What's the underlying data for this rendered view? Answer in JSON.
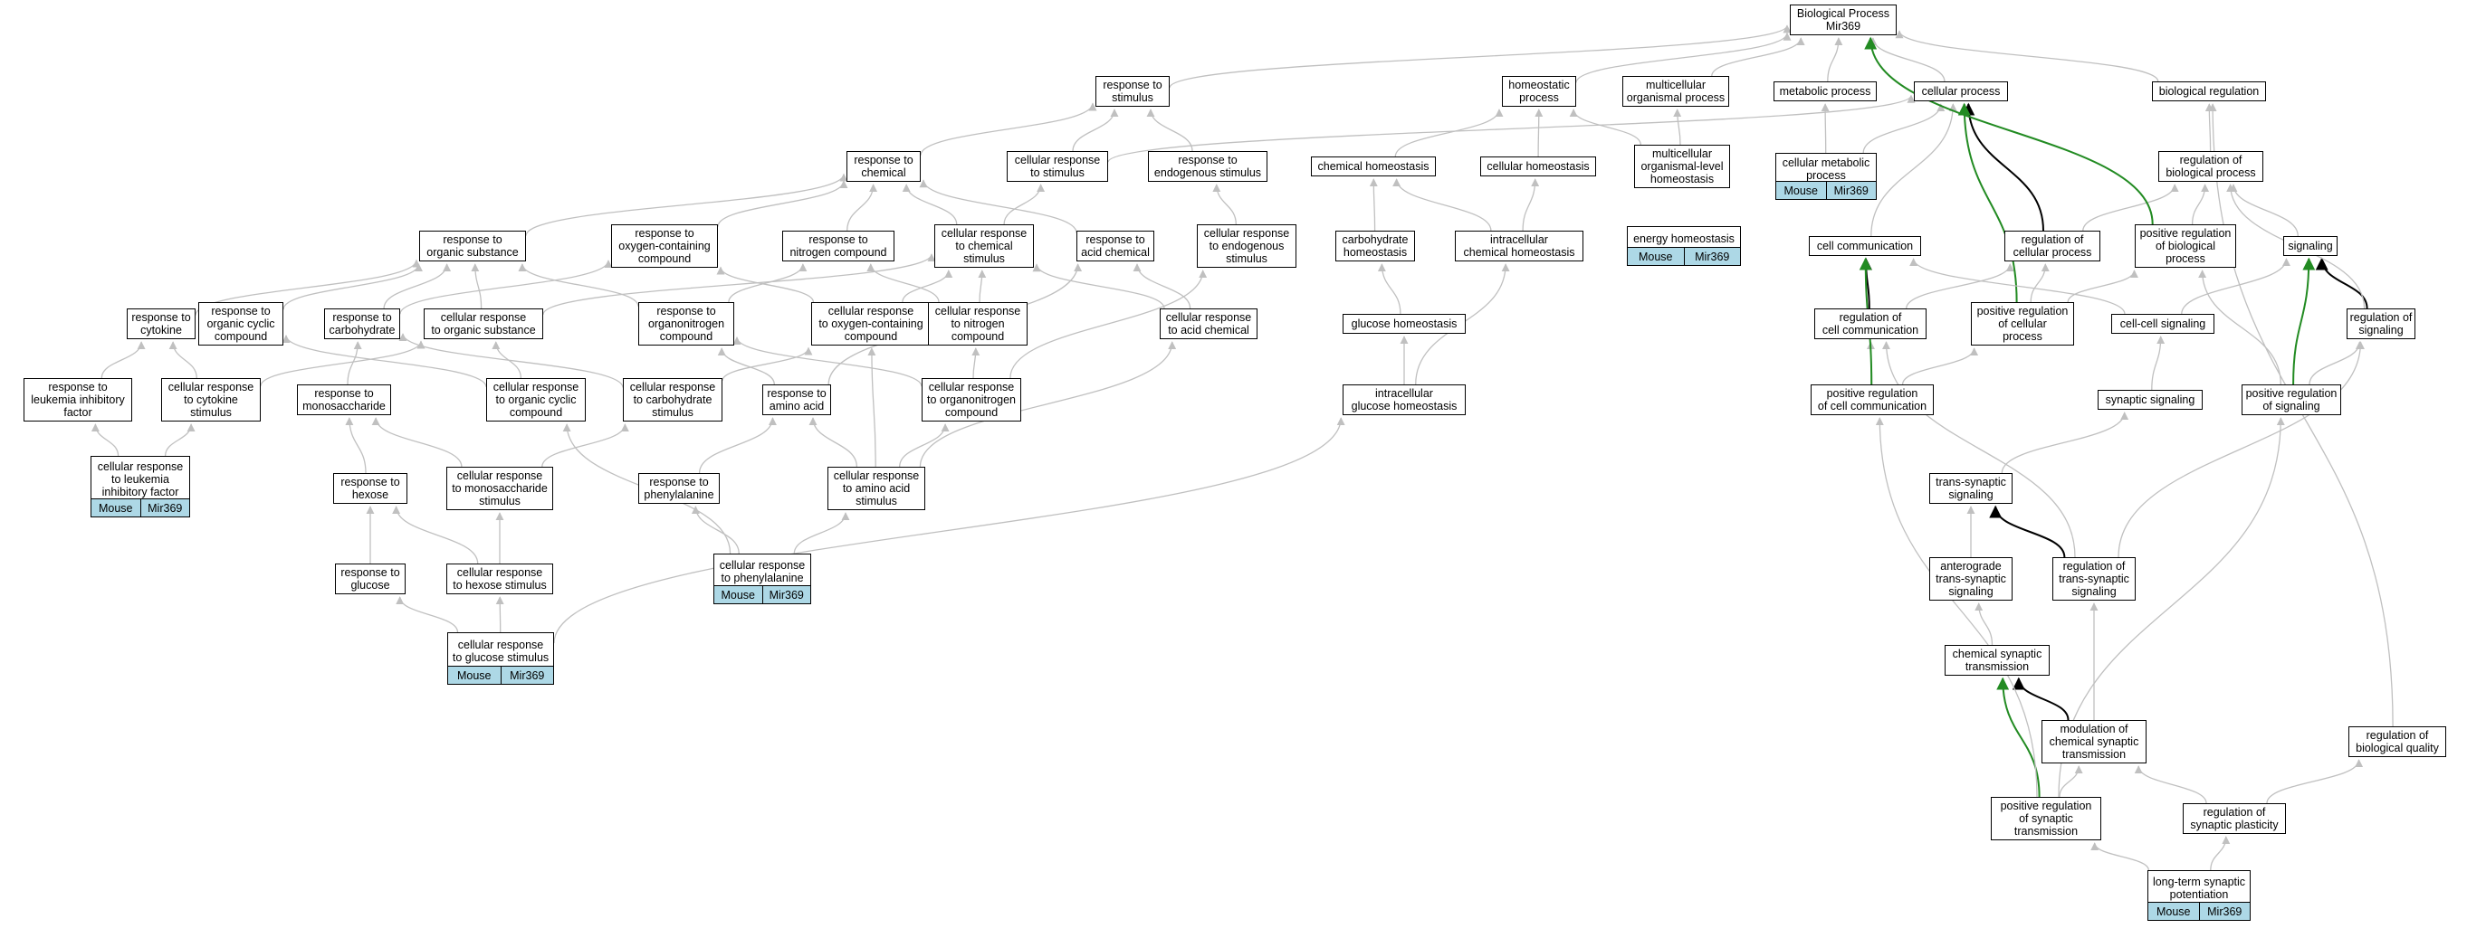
{
  "graph": {
    "root": "Biological Process\nMir369",
    "colors": {
      "edge_default": "#c0c0c0",
      "edge_black": "#000000",
      "edge_green": "#228b22",
      "tag_bg": "#add8e6"
    },
    "nodes": [
      {
        "id": "root",
        "label": "Biological Process\nMir369"
      },
      {
        "id": "resp_stim",
        "label": "response to\nstimulus"
      },
      {
        "id": "homeo",
        "label": "homeostatic\nprocess"
      },
      {
        "id": "multi_org",
        "label": "multicellular\norganismal process"
      },
      {
        "id": "metab",
        "label": "metabolic process"
      },
      {
        "id": "cell_proc",
        "label": "cellular process"
      },
      {
        "id": "bio_reg",
        "label": "biological regulation"
      },
      {
        "id": "resp_chem",
        "label": "response to\nchemical"
      },
      {
        "id": "cell_resp_stim",
        "label": "cellular response\nto stimulus"
      },
      {
        "id": "resp_endo",
        "label": "response to\nendogenous stimulus"
      },
      {
        "id": "chem_homeo",
        "label": "chemical homeostasis"
      },
      {
        "id": "cell_homeo",
        "label": "cellular homeostasis"
      },
      {
        "id": "mo_homeo",
        "label": "multicellular\norganismal-level\nhomeostasis"
      },
      {
        "id": "cell_metab",
        "label": "cellular metabolic\nprocess",
        "tags": [
          "Mouse",
          "Mir369"
        ]
      },
      {
        "id": "reg_bio",
        "label": "regulation of\nbiological process"
      },
      {
        "id": "resp_org",
        "label": "response to\norganic substance"
      },
      {
        "id": "resp_oxy",
        "label": "response to\noxygen-containing\ncompound"
      },
      {
        "id": "resp_nitro",
        "label": "response to\nnitrogen compound"
      },
      {
        "id": "cr_chem",
        "label": "cellular response\nto chemical\nstimulus"
      },
      {
        "id": "resp_acid",
        "label": "response to\nacid chemical"
      },
      {
        "id": "cr_endo",
        "label": "cellular response\nto endogenous\nstimulus"
      },
      {
        "id": "carb_homeo",
        "label": "carbohydrate\nhomeostasis"
      },
      {
        "id": "ic_homeo",
        "label": "intracellular\nchemical homeostasis"
      },
      {
        "id": "energy_homeo",
        "label": "energy homeostasis",
        "tags": [
          "Mouse",
          "Mir369"
        ]
      },
      {
        "id": "cell_comm",
        "label": "cell communication"
      },
      {
        "id": "reg_cell",
        "label": "regulation of\ncellular process"
      },
      {
        "id": "pos_reg_bio",
        "label": "positive regulation\nof biological\nprocess"
      },
      {
        "id": "signaling",
        "label": "signaling"
      },
      {
        "id": "resp_cyto",
        "label": "response to\ncytokine"
      },
      {
        "id": "resp_ocyc",
        "label": "response to\norganic cyclic\ncompound"
      },
      {
        "id": "resp_carb",
        "label": "response to\ncarbohydrate"
      },
      {
        "id": "cr_org",
        "label": "cellular response\nto organic substance"
      },
      {
        "id": "resp_onitro",
        "label": "response to\norganonitrogen\ncompound"
      },
      {
        "id": "cr_oxy",
        "label": "cellular response\nto oxygen-containing\ncompound"
      },
      {
        "id": "cr_nitro",
        "label": "cellular response\nto nitrogen\ncompound"
      },
      {
        "id": "cr_acid",
        "label": "cellular response\nto acid chemical"
      },
      {
        "id": "glu_homeo",
        "label": "glucose homeostasis"
      },
      {
        "id": "reg_comm",
        "label": "regulation of\ncell communication"
      },
      {
        "id": "pos_reg_cell",
        "label": "positive regulation\nof cellular\nprocess"
      },
      {
        "id": "cc_sig",
        "label": "cell-cell signaling"
      },
      {
        "id": "reg_sig",
        "label": "regulation of\nsignaling"
      },
      {
        "id": "resp_lif",
        "label": "response to\nleukemia inhibitory\nfactor"
      },
      {
        "id": "cr_cyto",
        "label": "cellular response\nto cytokine\nstimulus"
      },
      {
        "id": "resp_mono",
        "label": "response to\nmonosaccharide"
      },
      {
        "id": "cr_ocyc",
        "label": "cellular response\nto organic cyclic\ncompound"
      },
      {
        "id": "cr_carb",
        "label": "cellular response\nto carbohydrate\nstimulus"
      },
      {
        "id": "resp_aa",
        "label": "response to\namino acid"
      },
      {
        "id": "cr_onitro",
        "label": "cellular response\nto organonitrogen\ncompound"
      },
      {
        "id": "ic_glu",
        "label": "intracellular\nglucose homeostasis"
      },
      {
        "id": "pos_reg_comm",
        "label": "positive regulation\nof cell communication"
      },
      {
        "id": "syn_sig",
        "label": "synaptic signaling"
      },
      {
        "id": "pos_reg_sig",
        "label": "positive regulation\nof signaling"
      },
      {
        "id": "cr_lif",
        "label": "cellular response\nto leukemia\ninhibitory factor",
        "tags": [
          "Mouse",
          "Mir369"
        ]
      },
      {
        "id": "resp_hex",
        "label": "response to\nhexose"
      },
      {
        "id": "cr_mono",
        "label": "cellular response\nto monosaccharide\nstimulus"
      },
      {
        "id": "resp_phe",
        "label": "response to\nphenylalanine"
      },
      {
        "id": "cr_aa",
        "label": "cellular response\nto amino acid\nstimulus"
      },
      {
        "id": "trans_syn",
        "label": "trans-synaptic\nsignaling"
      },
      {
        "id": "resp_glc",
        "label": "response to\nglucose"
      },
      {
        "id": "cr_hex",
        "label": "cellular response\nto hexose stimulus"
      },
      {
        "id": "cr_phe",
        "label": "cellular response\nto phenylalanine",
        "tags": [
          "Mouse",
          "Mir369"
        ]
      },
      {
        "id": "antero",
        "label": "anterograde\ntrans-synaptic\nsignaling"
      },
      {
        "id": "reg_trans",
        "label": "regulation of\ntrans-synaptic\nsignaling"
      },
      {
        "id": "chem_syn",
        "label": "chemical synaptic\ntransmission"
      },
      {
        "id": "cr_glc",
        "label": "cellular response\nto glucose stimulus",
        "tags": [
          "Mouse",
          "Mir369"
        ]
      },
      {
        "id": "mod_chem",
        "label": "modulation of\nchemical synaptic\ntransmission"
      },
      {
        "id": "reg_qual",
        "label": "regulation of\nbiological quality"
      },
      {
        "id": "pos_reg_syn",
        "label": "positive regulation\nof synaptic\ntransmission"
      },
      {
        "id": "reg_plast",
        "label": "regulation of\nsynaptic plasticity"
      },
      {
        "id": "ltp",
        "label": "long-term synaptic\npotentiation",
        "tags": [
          "Mouse",
          "Mir369"
        ]
      }
    ],
    "edges": [
      [
        "resp_stim",
        "root",
        "gray"
      ],
      [
        "homeo",
        "root",
        "gray"
      ],
      [
        "multi_org",
        "root",
        "gray"
      ],
      [
        "metab",
        "root",
        "gray"
      ],
      [
        "cell_proc",
        "root",
        "gray"
      ],
      [
        "bio_reg",
        "root",
        "gray"
      ],
      [
        "resp_chem",
        "resp_stim",
        "gray"
      ],
      [
        "cell_resp_stim",
        "resp_stim",
        "gray"
      ],
      [
        "cell_resp_stim",
        "cell_proc",
        "gray"
      ],
      [
        "resp_endo",
        "resp_stim",
        "gray"
      ],
      [
        "chem_homeo",
        "homeo",
        "gray"
      ],
      [
        "cell_homeo",
        "homeo",
        "gray"
      ],
      [
        "mo_homeo",
        "homeo",
        "gray"
      ],
      [
        "mo_homeo",
        "multi_org",
        "gray"
      ],
      [
        "cell_metab",
        "metab",
        "gray"
      ],
      [
        "cell_metab",
        "cell_proc",
        "gray"
      ],
      [
        "reg_bio",
        "bio_reg",
        "gray"
      ],
      [
        "resp_org",
        "resp_chem",
        "gray"
      ],
      [
        "resp_oxy",
        "resp_chem",
        "gray"
      ],
      [
        "resp_nitro",
        "resp_chem",
        "gray"
      ],
      [
        "cr_chem",
        "resp_chem",
        "gray"
      ],
      [
        "cr_chem",
        "cell_resp_stim",
        "gray"
      ],
      [
        "resp_acid",
        "resp_chem",
        "gray"
      ],
      [
        "cr_endo",
        "resp_endo",
        "gray"
      ],
      [
        "carb_homeo",
        "chem_homeo",
        "gray"
      ],
      [
        "ic_homeo",
        "chem_homeo",
        "gray"
      ],
      [
        "ic_homeo",
        "cell_homeo",
        "gray"
      ],
      [
        "cell_comm",
        "cell_proc",
        "gray"
      ],
      [
        "reg_cell",
        "reg_bio",
        "gray"
      ],
      [
        "reg_cell",
        "cell_proc",
        "black"
      ],
      [
        "pos_reg_bio",
        "reg_bio",
        "gray"
      ],
      [
        "pos_reg_bio",
        "root",
        "green"
      ],
      [
        "signaling",
        "reg_bio",
        "gray"
      ],
      [
        "resp_cyto",
        "resp_org",
        "gray"
      ],
      [
        "resp_ocyc",
        "resp_org",
        "gray"
      ],
      [
        "resp_carb",
        "resp_org",
        "gray"
      ],
      [
        "resp_carb",
        "resp_oxy",
        "gray"
      ],
      [
        "cr_org",
        "resp_org",
        "gray"
      ],
      [
        "cr_org",
        "cr_chem",
        "gray"
      ],
      [
        "resp_onitro",
        "resp_org",
        "gray"
      ],
      [
        "resp_onitro",
        "resp_nitro",
        "gray"
      ],
      [
        "cr_oxy",
        "resp_oxy",
        "gray"
      ],
      [
        "cr_oxy",
        "cr_chem",
        "gray"
      ],
      [
        "cr_nitro",
        "resp_nitro",
        "gray"
      ],
      [
        "cr_nitro",
        "cr_chem",
        "gray"
      ],
      [
        "cr_acid",
        "resp_acid",
        "gray"
      ],
      [
        "cr_acid",
        "cr_chem",
        "gray"
      ],
      [
        "glu_homeo",
        "carb_homeo",
        "gray"
      ],
      [
        "reg_comm",
        "cell_comm",
        "black"
      ],
      [
        "reg_comm",
        "reg_cell",
        "gray"
      ],
      [
        "pos_reg_cell",
        "reg_cell",
        "gray"
      ],
      [
        "pos_reg_cell",
        "pos_reg_bio",
        "gray"
      ],
      [
        "pos_reg_cell",
        "cell_proc",
        "green"
      ],
      [
        "cc_sig",
        "cell_comm",
        "gray"
      ],
      [
        "cc_sig",
        "signaling",
        "gray"
      ],
      [
        "reg_sig",
        "signaling",
        "black"
      ],
      [
        "reg_sig",
        "reg_bio",
        "gray"
      ],
      [
        "resp_lif",
        "resp_cyto",
        "gray"
      ],
      [
        "cr_cyto",
        "resp_cyto",
        "gray"
      ],
      [
        "cr_cyto",
        "cr_org",
        "gray"
      ],
      [
        "resp_mono",
        "resp_carb",
        "gray"
      ],
      [
        "cr_ocyc",
        "resp_ocyc",
        "gray"
      ],
      [
        "cr_ocyc",
        "cr_org",
        "gray"
      ],
      [
        "cr_carb",
        "resp_carb",
        "gray"
      ],
      [
        "cr_carb",
        "cr_oxy",
        "gray"
      ],
      [
        "resp_aa",
        "resp_onitro",
        "gray"
      ],
      [
        "resp_aa",
        "resp_acid",
        "gray"
      ],
      [
        "cr_onitro",
        "resp_onitro",
        "gray"
      ],
      [
        "cr_onitro",
        "cr_nitro",
        "gray"
      ],
      [
        "cr_onitro",
        "cr_endo",
        "gray"
      ],
      [
        "ic_glu",
        "glu_homeo",
        "gray"
      ],
      [
        "ic_glu",
        "ic_homeo",
        "gray"
      ],
      [
        "pos_reg_comm",
        "reg_comm",
        "gray"
      ],
      [
        "pos_reg_comm",
        "pos_reg_cell",
        "gray"
      ],
      [
        "pos_reg_comm",
        "cell_comm",
        "green"
      ],
      [
        "syn_sig",
        "cc_sig",
        "gray"
      ],
      [
        "pos_reg_sig",
        "reg_sig",
        "gray"
      ],
      [
        "pos_reg_sig",
        "pos_reg_bio",
        "gray"
      ],
      [
        "pos_reg_sig",
        "signaling",
        "green"
      ],
      [
        "cr_lif",
        "resp_lif",
        "gray"
      ],
      [
        "cr_lif",
        "cr_cyto",
        "gray"
      ],
      [
        "resp_hex",
        "resp_mono",
        "gray"
      ],
      [
        "cr_mono",
        "resp_mono",
        "gray"
      ],
      [
        "cr_mono",
        "cr_carb",
        "gray"
      ],
      [
        "resp_phe",
        "resp_aa",
        "gray"
      ],
      [
        "cr_aa",
        "resp_aa",
        "gray"
      ],
      [
        "cr_aa",
        "cr_onitro",
        "gray"
      ],
      [
        "cr_aa",
        "cr_acid",
        "gray"
      ],
      [
        "cr_aa",
        "cr_oxy",
        "gray"
      ],
      [
        "trans_syn",
        "syn_sig",
        "gray"
      ],
      [
        "resp_glc",
        "resp_hex",
        "gray"
      ],
      [
        "cr_hex",
        "resp_hex",
        "gray"
      ],
      [
        "cr_hex",
        "cr_mono",
        "gray"
      ],
      [
        "cr_phe",
        "resp_phe",
        "gray"
      ],
      [
        "cr_phe",
        "cr_aa",
        "gray"
      ],
      [
        "cr_phe",
        "cr_ocyc",
        "gray"
      ],
      [
        "antero",
        "trans_syn",
        "gray"
      ],
      [
        "reg_trans",
        "trans_syn",
        "black"
      ],
      [
        "reg_trans",
        "reg_sig",
        "gray"
      ],
      [
        "reg_trans",
        "reg_comm",
        "gray"
      ],
      [
        "chem_syn",
        "antero",
        "gray"
      ],
      [
        "cr_glc",
        "resp_glc",
        "gray"
      ],
      [
        "cr_glc",
        "cr_hex",
        "gray"
      ],
      [
        "cr_glc",
        "ic_glu",
        "gray"
      ],
      [
        "mod_chem",
        "chem_syn",
        "black"
      ],
      [
        "mod_chem",
        "reg_trans",
        "gray"
      ],
      [
        "reg_qual",
        "bio_reg",
        "gray"
      ],
      [
        "pos_reg_syn",
        "mod_chem",
        "gray"
      ],
      [
        "pos_reg_syn",
        "chem_syn",
        "green"
      ],
      [
        "pos_reg_syn",
        "pos_reg_comm",
        "gray"
      ],
      [
        "pos_reg_syn",
        "pos_reg_sig",
        "gray"
      ],
      [
        "reg_plast",
        "mod_chem",
        "gray"
      ],
      [
        "reg_plast",
        "reg_qual",
        "gray"
      ],
      [
        "ltp",
        "pos_reg_syn",
        "gray"
      ],
      [
        "ltp",
        "reg_plast",
        "gray"
      ]
    ]
  }
}
